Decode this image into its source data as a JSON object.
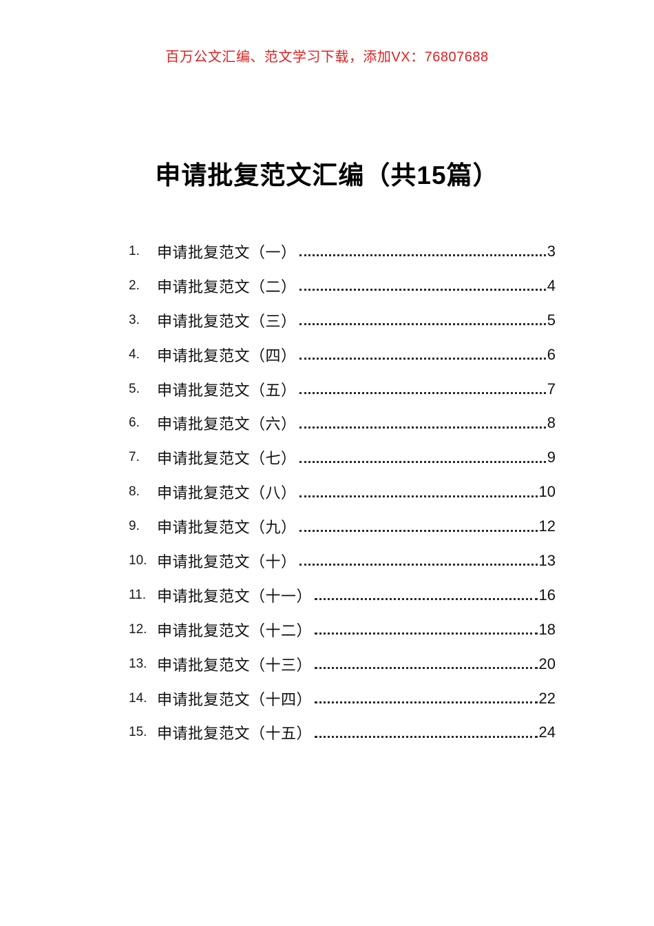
{
  "promo": {
    "text": "百万公文汇编、范文学习下载，添加VX：76807688",
    "color": "#e02020"
  },
  "document": {
    "title": "申请批复范文汇编（共15篇）"
  },
  "toc": {
    "entries": [
      {
        "num": "1.",
        "label": "申请批复范文（一）",
        "page": "3"
      },
      {
        "num": "2.",
        "label": "申请批复范文（二）",
        "page": "4"
      },
      {
        "num": "3.",
        "label": "申请批复范文（三）",
        "page": "5"
      },
      {
        "num": "4.",
        "label": "申请批复范文（四）",
        "page": "6"
      },
      {
        "num": "5.",
        "label": "申请批复范文（五）",
        "page": "7"
      },
      {
        "num": "6.",
        "label": "申请批复范文（六）",
        "page": "8"
      },
      {
        "num": "7.",
        "label": "申请批复范文（七）",
        "page": "9"
      },
      {
        "num": "8.",
        "label": "申请批复范文（八）",
        "page": "10"
      },
      {
        "num": "9.",
        "label": "申请批复范文（九）",
        "page": "12"
      },
      {
        "num": "10.",
        "label": "申请批复范文（十）",
        "page": "13"
      },
      {
        "num": "11.",
        "label": "申请批复范文（十一）",
        "page": "16"
      },
      {
        "num": "12.",
        "label": "申请批复范文（十二）",
        "page": "18"
      },
      {
        "num": "13.",
        "label": "申请批复范文（十三）",
        "page": "20"
      },
      {
        "num": "14.",
        "label": "申请批复范文（十四）",
        "page": "22"
      },
      {
        "num": "15.",
        "label": "申请批复范文（十五）",
        "page": "24"
      }
    ]
  }
}
